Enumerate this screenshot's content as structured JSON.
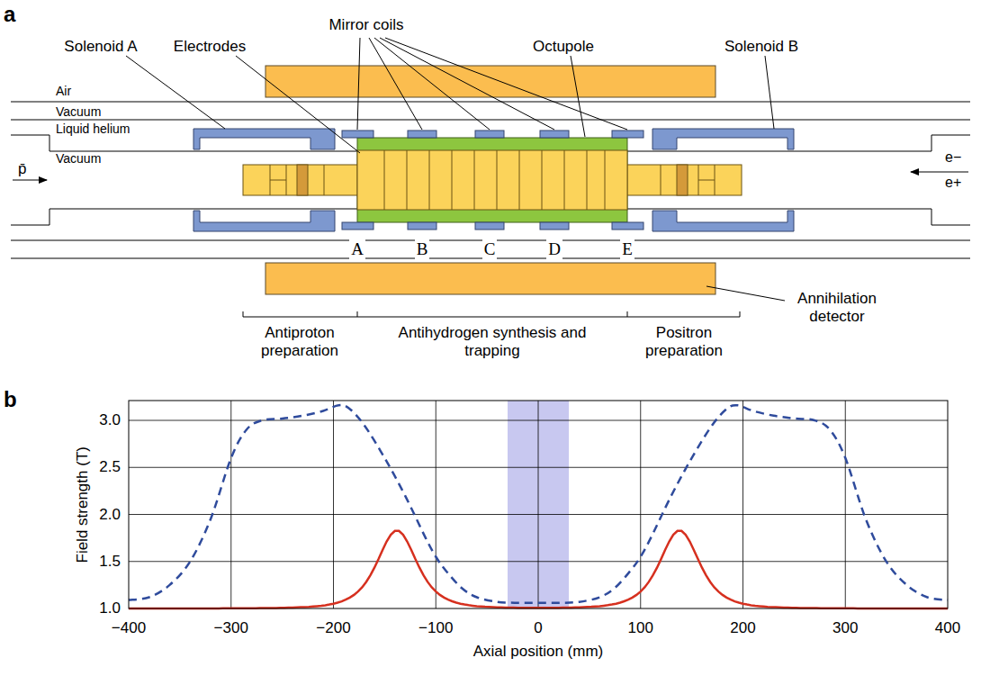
{
  "diagram": {
    "labels": [
      "a",
      "Solenoid A",
      "Electrodes",
      "Mirror coils",
      "Octupole",
      "Solenoid B",
      "Air",
      "Vacuum",
      "Liquid helium",
      "Vacuum",
      "p̄",
      "e−",
      "e+",
      "A",
      "B",
      "C",
      "D",
      "E",
      "Antiproton preparation",
      "Antihydrogen synthesis and trapping",
      "Positron preparation",
      "Annihilation detector",
      "b",
      "Field strength (T)",
      "Axial position (mm)",
      "3.0",
      "2.5",
      "2.0",
      "1.5",
      "1.0",
      "−400",
      "−300",
      "−200",
      "−100",
      "0",
      "100",
      "200",
      "300",
      "400"
    ]
  }
}
